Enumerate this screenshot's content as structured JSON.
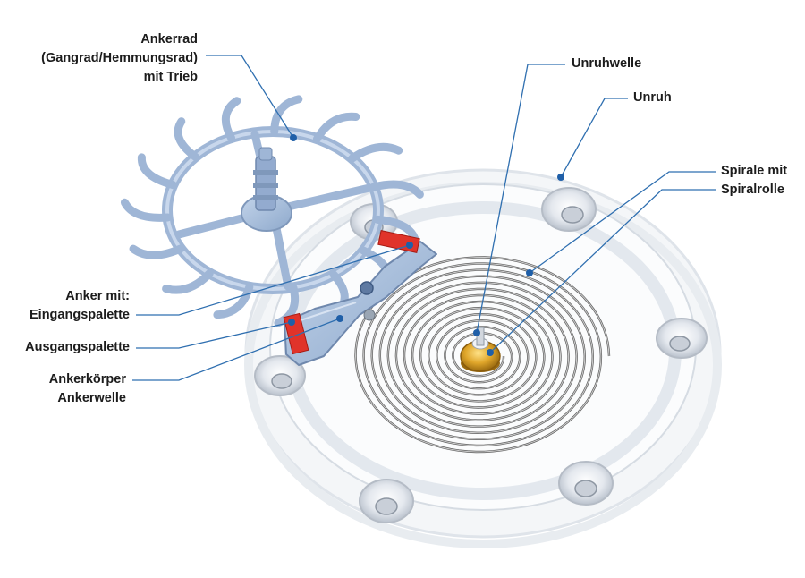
{
  "diagram": {
    "labels": {
      "ankerrad": [
        "Ankerrad",
        "(Gangrad/Hemmungsrad)",
        "mit Trieb"
      ],
      "unruhwelle": [
        "Unruhwelle"
      ],
      "unruh": [
        "Unruh"
      ],
      "spirale": [
        "Spirale mit",
        "Spiralrolle"
      ],
      "anker": [
        "Anker mit:",
        "Eingangspalette"
      ],
      "ausgang": [
        "Ausgangspalette"
      ],
      "ankerkoerper": [
        "Ankerkörper",
        "Ankerwelle"
      ]
    },
    "colors": {
      "leader_line": "#2f6fb0",
      "leader_dot": "#1f5fa8",
      "steel_blue": "#a8bfdc",
      "pallet_red": "#e0332a",
      "roller_gold": "#d9a520",
      "hairspring": "#8c8c8c",
      "balance_rim": "#e6ebf0"
    }
  }
}
